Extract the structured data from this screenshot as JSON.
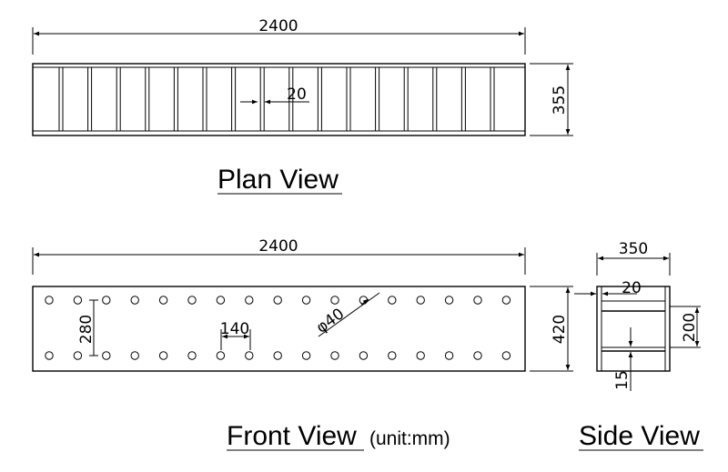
{
  "plan_view": {
    "title": "Plan View",
    "length_label": "2400",
    "width_label": "355",
    "rib_label": "20"
  },
  "front_view": {
    "title": "Front View",
    "unit_note": "(unit:mm)",
    "length_label": "2400",
    "height_label": "420",
    "row_spacing_label": "280",
    "hole_pitch_label": "140",
    "hole_diameter_label": "φ40"
  },
  "side_view": {
    "title": "Side View",
    "width_label": "350",
    "wall_label": "20",
    "inner_height_label": "200",
    "plate_label": "15"
  }
}
